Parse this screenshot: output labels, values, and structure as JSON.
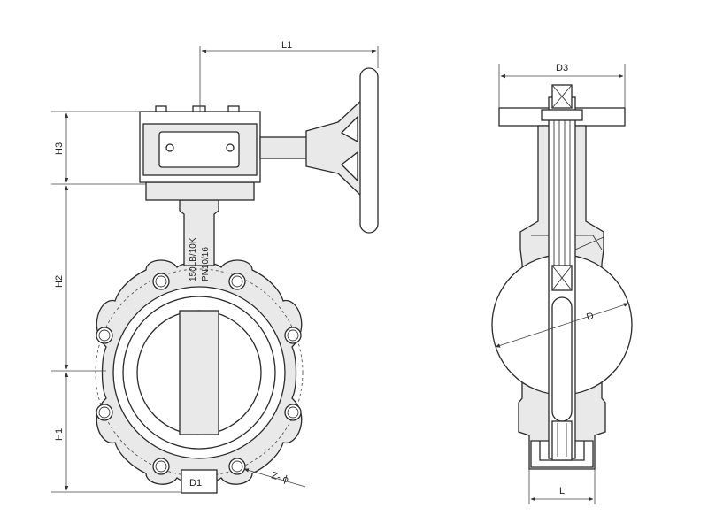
{
  "labels": {
    "l1": "L1",
    "d3": "D3",
    "h3": "H3",
    "h2": "H2",
    "h1": "H1",
    "d1": "D1",
    "d": "D",
    "l": "L",
    "z_phi": "Z- ϕ"
  },
  "marking": {
    "line1": "150LB/10K",
    "line2": "PN10/16"
  }
}
